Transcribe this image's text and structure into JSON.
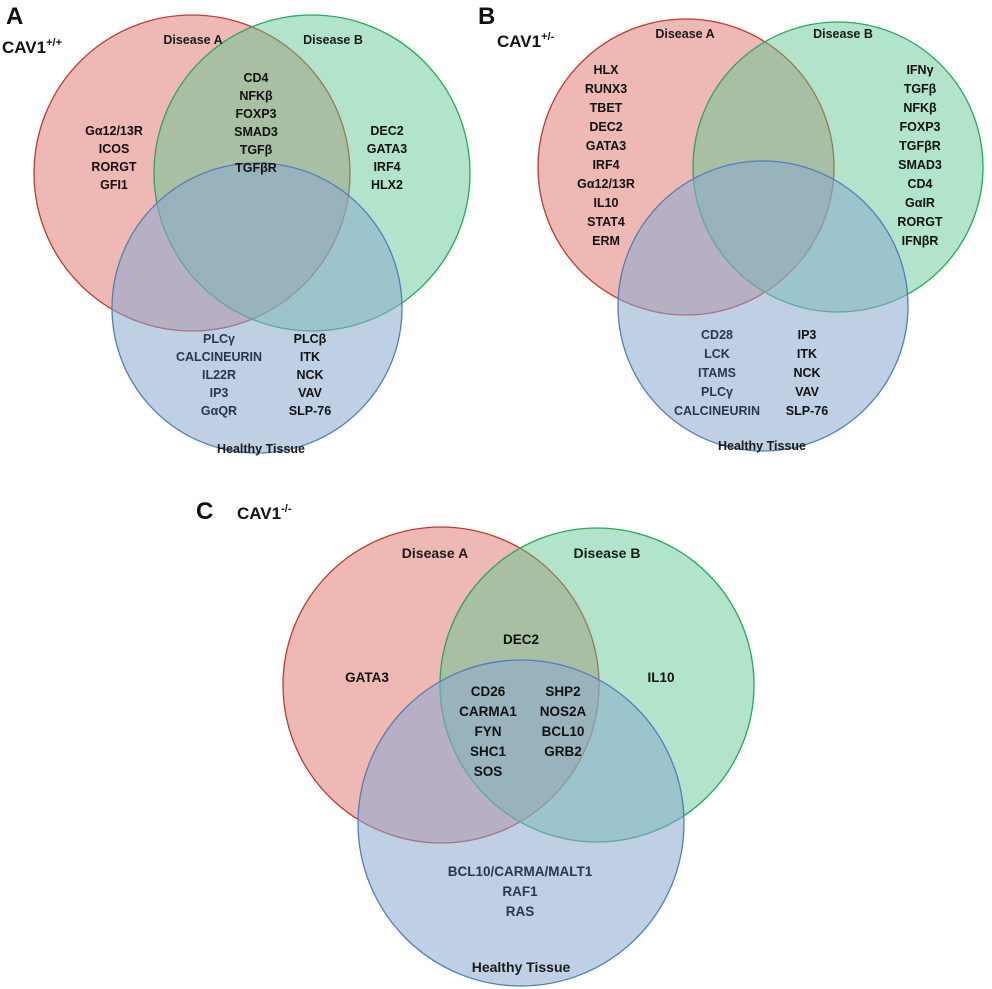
{
  "colors": {
    "disease_a_fill": "#e07f78",
    "disease_a_stroke": "#c0392b",
    "disease_b_fill": "#5cc690",
    "disease_b_stroke": "#27a85a",
    "healthy_fill": "#8aa9d0",
    "healthy_stroke": "#4f7fb8"
  },
  "panels": {
    "a": {
      "letter": "A",
      "genotype_base": "CAV1",
      "genotype_sup": "+/+",
      "labels": {
        "disease_a": "Disease A",
        "disease_b": "Disease B",
        "healthy": "Healthy Tissue"
      },
      "only_a": [
        "Gα12/13R",
        "ICOS",
        "RORGT",
        "GFI1"
      ],
      "a_and_b": [
        "CD4",
        "NFKβ",
        "FOXP3",
        "SMAD3",
        "TGFβ",
        "TGFβR"
      ],
      "only_b": [
        "DEC2",
        "GATA3",
        "IRF4",
        "HLX2"
      ],
      "healthy_col1": [
        "PLCγ",
        "CALCINEURIN",
        "IL22R",
        "IP3",
        "GαQR"
      ],
      "healthy_col2": [
        "PLCβ",
        "ITK",
        "NCK",
        "VAV",
        "SLP-76"
      ]
    },
    "b": {
      "letter": "B",
      "genotype_base": "CAV1",
      "genotype_sup": "+/-",
      "labels": {
        "disease_a": "Disease A",
        "disease_b": "Disease B",
        "healthy": "Healthy Tissue"
      },
      "only_a": [
        "HLX",
        "RUNX3",
        "TBET",
        "DEC2",
        "GATA3",
        "IRF4",
        "Gα12/13R",
        "IL10",
        "STAT4",
        "ERM"
      ],
      "only_b": [
        "IFNγ",
        "TGFβ",
        "NFKβ",
        "FOXP3",
        "TGFβR",
        "SMAD3",
        "CD4",
        "GαIR",
        "RORGT",
        "IFNβR"
      ],
      "healthy_col1": [
        "CD28",
        "LCK",
        "ITAMS",
        "PLCγ",
        "CALCINEURIN"
      ],
      "healthy_col2": [
        "IP3",
        "ITK",
        "NCK",
        "VAV",
        "SLP-76"
      ]
    },
    "c": {
      "letter": "C",
      "genotype_base": "CAV1",
      "genotype_sup": "-/-",
      "labels": {
        "disease_a": "Disease A",
        "disease_b": "Disease B",
        "healthy": "Healthy Tissue"
      },
      "only_a": [
        "GATA3"
      ],
      "a_and_b": [
        "DEC2"
      ],
      "only_b": [
        "IL10"
      ],
      "all_col1": [
        "CD26",
        "CARMA1",
        "FYN",
        "SHC1",
        "SOS"
      ],
      "all_col2": [
        "SHP2",
        "NOS2A",
        "BCL10",
        "GRB2"
      ],
      "healthy_only": [
        "BCL10/CARMA/MALT1",
        "RAF1",
        "RAS"
      ]
    }
  }
}
